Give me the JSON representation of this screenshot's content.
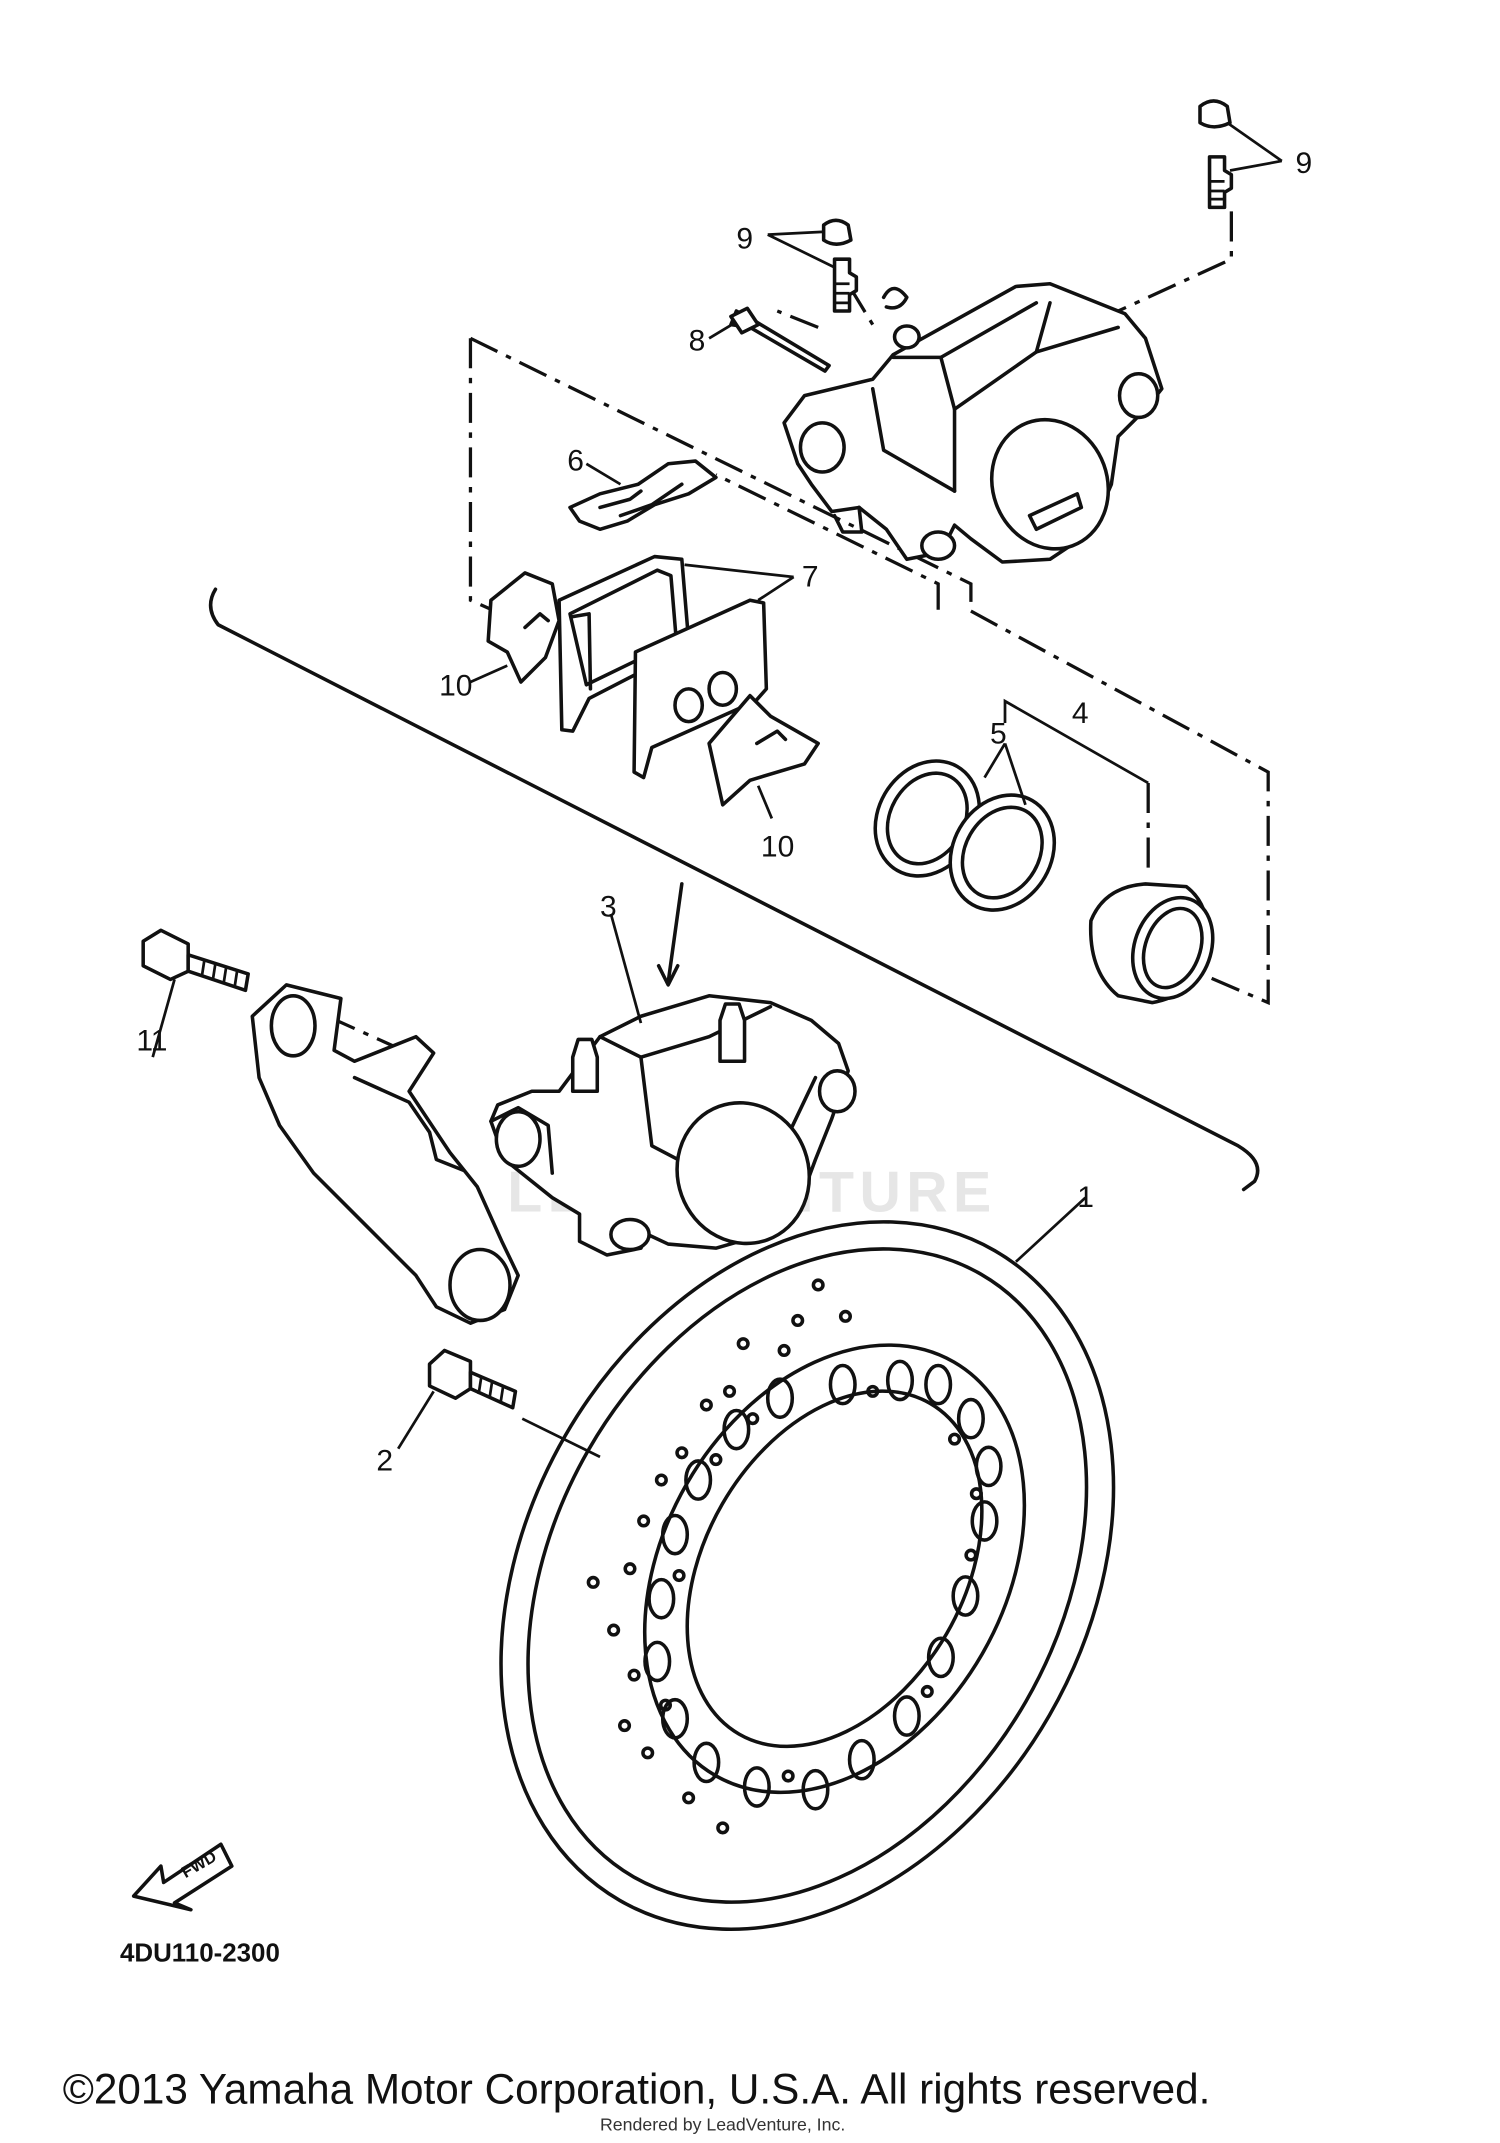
{
  "diagram": {
    "part_labels": {
      "p1": "1",
      "p2": "2",
      "p3": "3",
      "p4": "4",
      "p5": "5",
      "p6": "6",
      "p7": "7",
      "p8": "8",
      "p9a": "9",
      "p9b": "9",
      "p10a": "10",
      "p10b": "10",
      "p11": "11"
    },
    "direction_label": "FWD",
    "diagram_code": "4DU110-2300",
    "watermark": "LEADVENTURE",
    "copyright": "©2013 Yamaha Motor Corporation, U.S.A. All rights reserved.",
    "rendered_by": "Rendered by LeadVenture, Inc."
  }
}
